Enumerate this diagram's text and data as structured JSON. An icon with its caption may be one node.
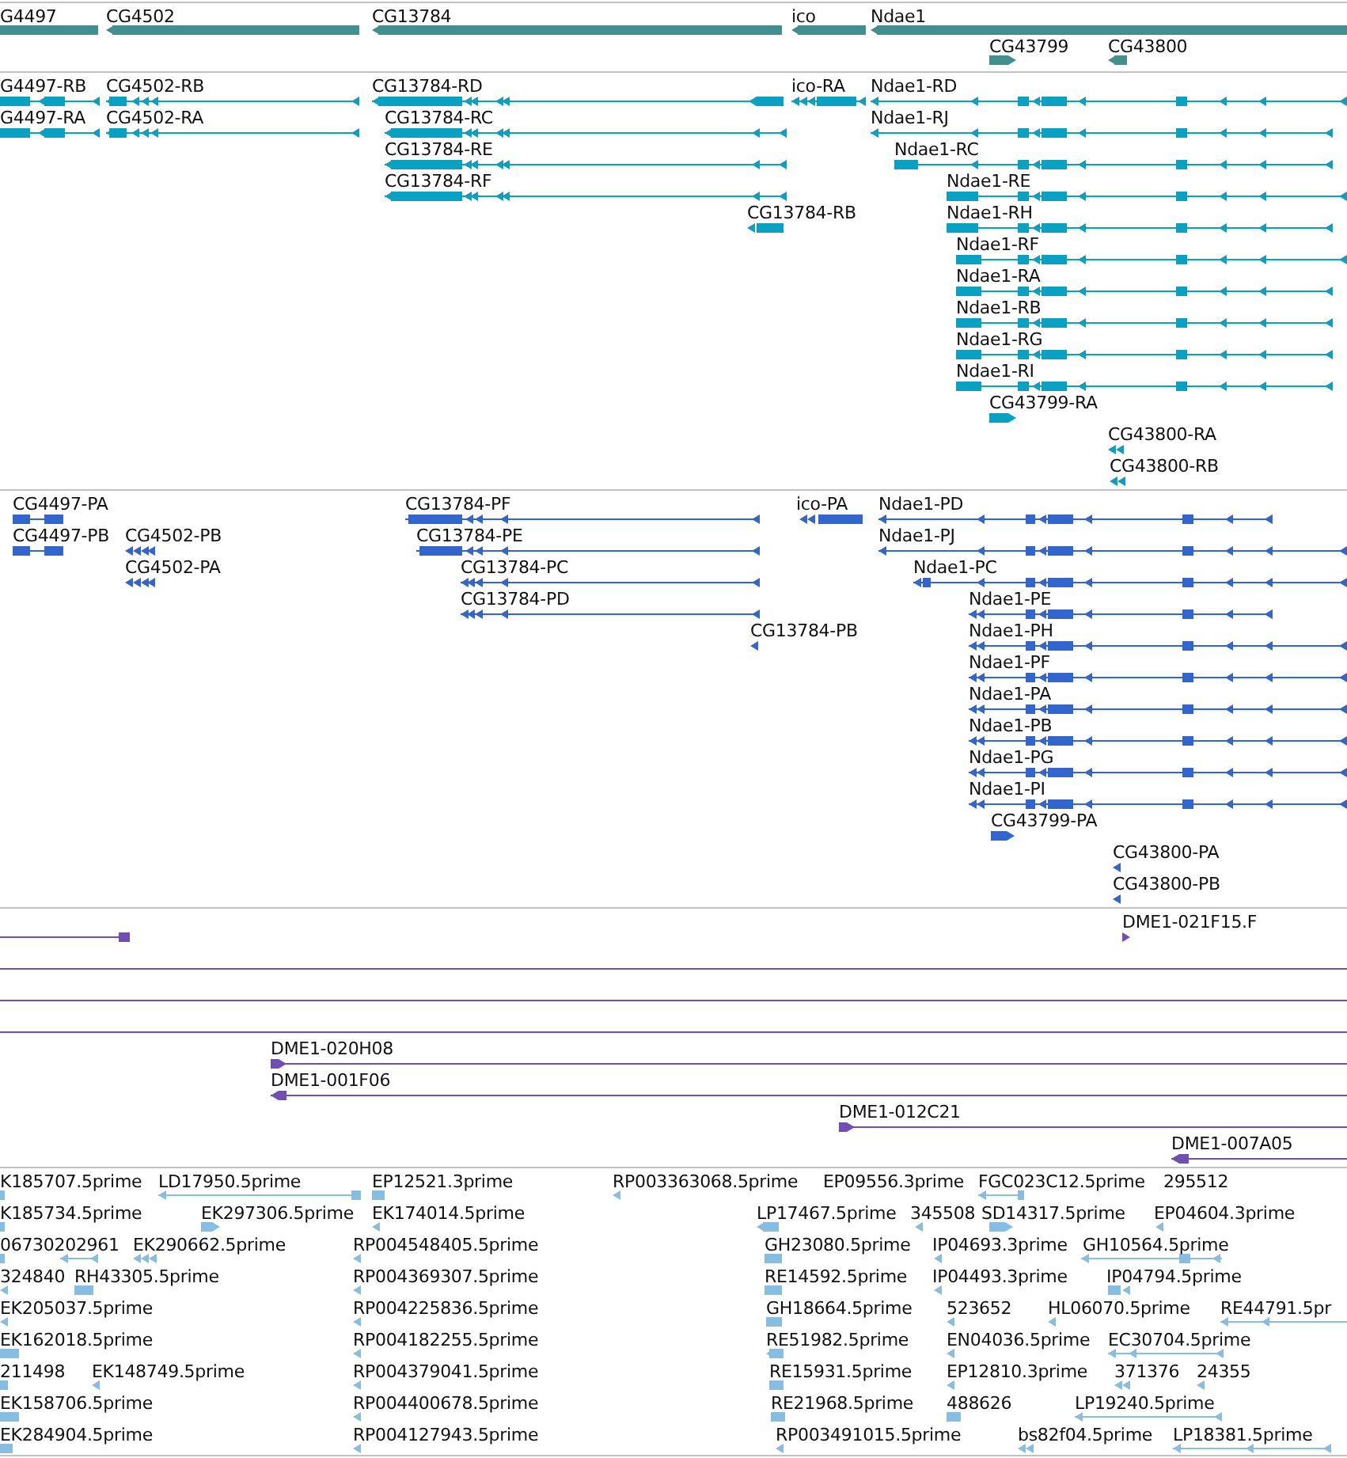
{
  "diagram": {
    "labels": [
      "G4497",
      "CG4502",
      "CG13784",
      "ico",
      "Ndae1",
      "CG43799",
      "CG43800",
      "G4497-RB",
      "CG4502-RB",
      "CG13784-RD",
      "ico-RA",
      "Ndae1-RD",
      "G4497-RA",
      "CG4502-RA",
      "CG13784-RC",
      "Ndae1-RJ",
      "CG13784-RE",
      "Ndae1-RC",
      "CG13784-RF",
      "Ndae1-RE",
      "CG13784-RB",
      "Ndae1-RH",
      "Ndae1-RF",
      "Ndae1-RA",
      "Ndae1-RB",
      "Ndae1-RG",
      "Ndae1-RI",
      "CG43799-RA",
      "CG43800-RA",
      "CG43800-RB",
      "CG4497-PA",
      "CG13784-PF",
      "ico-PA",
      "Ndae1-PD",
      "CG4497-PB",
      "CG4502-PB",
      "CG13784-PE",
      "Ndae1-PJ",
      "CG4502-PA",
      "CG13784-PC",
      "Ndae1-PC",
      "CG13784-PD",
      "Ndae1-PE",
      "CG13784-PB",
      "Ndae1-PH",
      "Ndae1-PF",
      "Ndae1-PA",
      "Ndae1-PB",
      "Ndae1-PG",
      "Ndae1-PI",
      "CG43799-PA",
      "CG43800-PA",
      "CG43800-PB",
      "DME1-021F15.F",
      "DME1-020H08",
      "DME1-001F06",
      "DME1-012C21",
      "DME1-007A05",
      "K185707.5prime",
      "LD17950.5prime",
      "EP12521.3prime",
      "RP003363068.5prime",
      "EP09556.3prime",
      "FGC023C12.5prime",
      "295512",
      "K185734.5prime",
      "EK297306.5prime",
      "EK174014.5prime",
      "LP17467.5prime",
      "345508",
      "SD14317.5prime",
      "EP04604.3prime",
      "06730202961",
      "EK290662.5prime",
      "RP004548405.5prime",
      "GH23080.5prime",
      "IP04693.3prime",
      "GH10564.5prime",
      "324840",
      "RH43305.5prime",
      "RP004369307.5prime",
      "RE14592.5prime",
      "IP04493.3prime",
      "IP04794.5prime",
      "EK205037.5prime",
      "RP004225836.5prime",
      "GH18664.5prime",
      "523652",
      "HL06070.5prime",
      "RE44791.5pr",
      "EK162018.5prime",
      "RP004182255.5prime",
      "RE51982.5prime",
      "EN04036.5prime",
      "EC30704.5prime",
      "211498",
      "EK148749.5prime",
      "RP004379041.5prime",
      "RE15931.5prime",
      "EP12810.3prime",
      "371376",
      "24355",
      "EK158706.5prime",
      "RP004400678.5prime",
      "RE21968.5prime",
      "488626",
      "LP19240.5prime",
      "EK284904.5prime",
      "RP004127943.5prime",
      "RP003491015.5prime",
      "bs82f04.5prime",
      "LP18381.5prime"
    ]
  }
}
